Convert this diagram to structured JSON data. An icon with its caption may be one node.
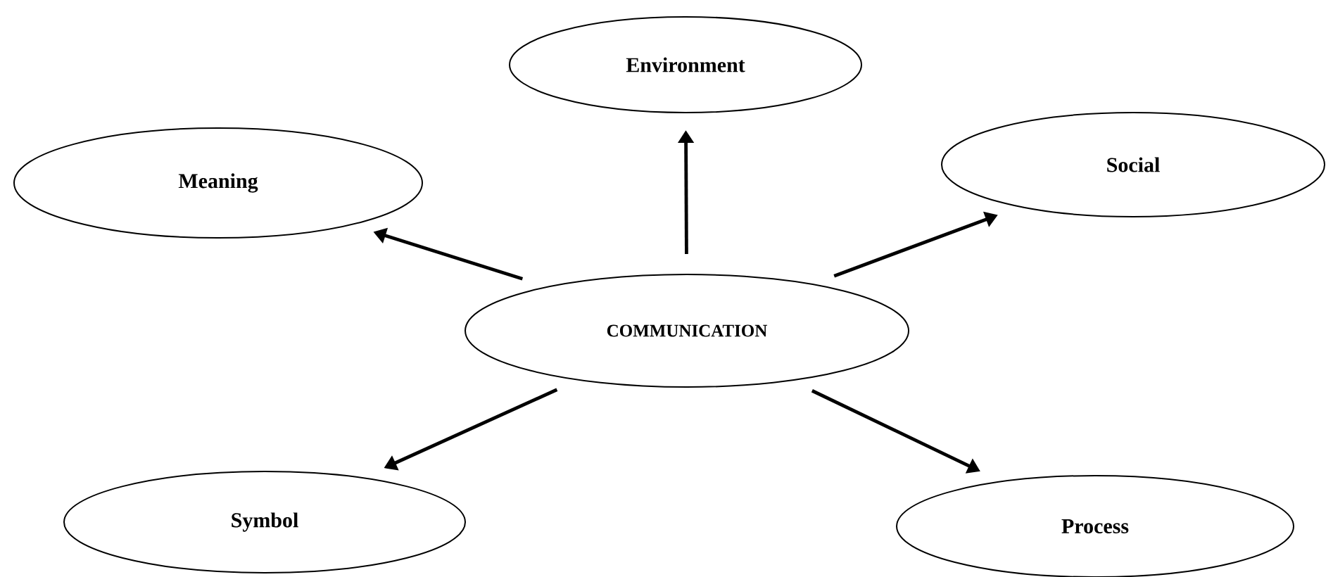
{
  "diagram": {
    "nodes": [
      {
        "text": [
          "Environment"
        ]
      },
      {
        "text": [
          "Meaning"
        ]
      },
      {
        "text": [
          "Social"
        ]
      },
      {
        "text": [
          "COMMUNICATION"
        ]
      },
      {
        "text": [
          "Symbol"
        ]
      },
      {
        "text": [
          "Process"
        ]
      }
    ],
    "edges": [
      {
        "from": 3,
        "to": 0,
        "arrow": "to"
      },
      {
        "from": 3,
        "to": 1,
        "arrow": "to"
      },
      {
        "from": 3,
        "to": 2,
        "arrow": "to"
      },
      {
        "from": 3,
        "to": 4,
        "arrow": "to"
      },
      {
        "from": 3,
        "to": 5,
        "arrow": "to"
      }
    ]
  }
}
